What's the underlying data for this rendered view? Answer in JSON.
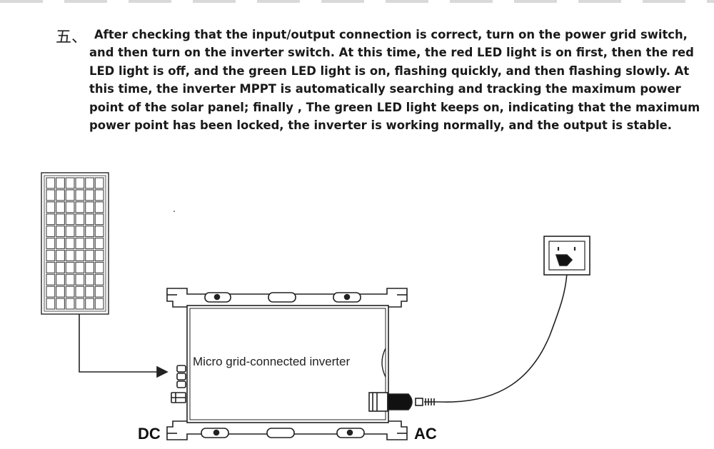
{
  "instruction": {
    "marker": "五、",
    "text": "After checking that the input/output connection is correct, turn on the power grid switch, and then turn on the inverter switch. At this time, the red LED light is on first, then the red LED light is off, and the green LED light is on, flashing quickly, and then flashing slowly. At this time, the inverter MPPT is automatically searching and tracking the maximum power point of the solar panel; finally , The green LED light keeps on, indicating that the maximum power point has been locked, the inverter is working normally, and the output is stable."
  },
  "diagram": {
    "inverter_label": "Micro grid-connected inverter",
    "dc_label": "DC",
    "ac_label": "AC",
    "solar_panel": {
      "rows": 11,
      "cols": 6
    },
    "line_color": "#222222"
  }
}
